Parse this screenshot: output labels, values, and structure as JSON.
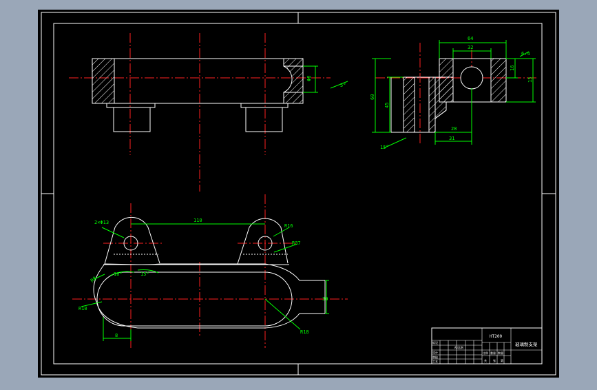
{
  "colors": {
    "window_bg": "#9aa7b8",
    "canvas": "#000000",
    "outline": "#ffffff",
    "center_line": "#ff2020",
    "dimension": "#00ff00",
    "hatch": "#ffffff"
  },
  "dimensions": {
    "top_view": {
      "slot_dia": "Φ8",
      "chamfer": "5°"
    },
    "side_view": {
      "overall_width": "64",
      "inner_width": "32",
      "height_left": "60",
      "height_inner": "45",
      "right_small": "16",
      "right_large": "15",
      "bottom_inner": "28",
      "bottom_outer": "31",
      "surface": "6.4",
      "bottom_chamfer": "15°"
    },
    "front_view": {
      "holes": "2×Φ13",
      "spacing": "110",
      "r_top": "R16",
      "r_mid": "R37",
      "angle_left": "16°",
      "angle_right": "15°",
      "r_left_top": "R8",
      "r_left": "R10",
      "height_right": "30",
      "r_bottom": "R18",
      "offset_bottom": "8"
    }
  },
  "title_block": {
    "scale_label": "A3比例",
    "drawing_name": "玻璃制支架",
    "material": "HT200",
    "row_labels": [
      "标记",
      "设计",
      "审核",
      "工艺",
      "比例",
      "重量",
      "数量",
      "共",
      "张",
      "第"
    ]
  }
}
